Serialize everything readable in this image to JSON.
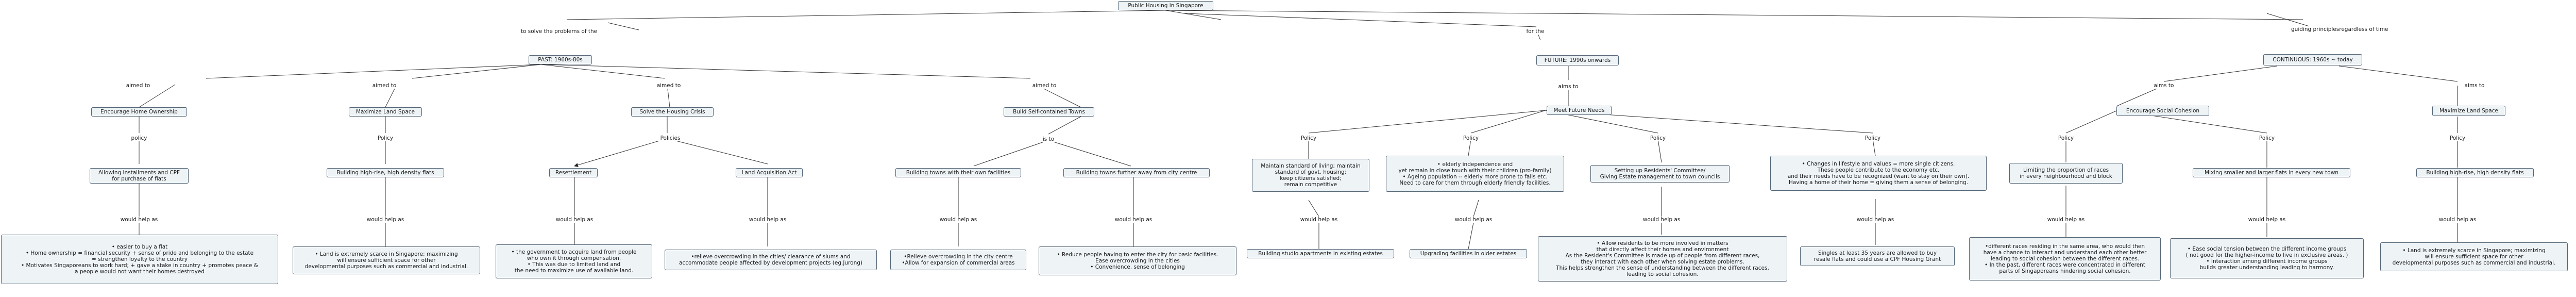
{
  "nodes": {
    "root": "Public Housing in Singapore",
    "past": "PAST: 1960s-80s",
    "future": "FUTURE: 1990s onwards",
    "continuous": "CONTINUOUS: 1960s ~ today",
    "ehome": "Encourage Home Ownership",
    "maxland1": "Maximize Land Space",
    "solvecrisis": "Solve the Housing Crisis",
    "selftowns": "Build Self-contained Towns",
    "meetneeds": "Meet Future Needs",
    "socialcohesion": "Encourage Social Cohesion",
    "maxland2": "Maximize Land Space",
    "cpf": [
      "Allowing installments and CPF",
      "for purchase of flats"
    ],
    "highrise1": "Building high-rise, high density flats",
    "resettlement": "Resettlement",
    "landacq": "Land Acquisition Act",
    "ownfacilities": "Building towns with their own facilities",
    "furthertowns": "Building towns further away from city centre",
    "maintain": [
      "Maintain standard of living; maintain",
      "standard of govt. housing;",
      "keep citizens satisfied;",
      "remain competitive"
    ],
    "elderly": [
      "•       elderly independence and",
      "yet remain in close touch with their children (pro-family)",
      "•    Ageing population -- elderly more prone to falls etc.",
      "Need to care for them through elderly friendly facilities."
    ],
    "committees": [
      "Setting up Residents' Committee/",
      "Giving Estate management to town councils"
    ],
    "lifestyle": [
      "•       Changes in lifestyle and values = more single citizens.",
      "These people contribute to the economy etc.",
      "and their needs have to be recognized (want to stay on their own).",
      "Having a home of their home = giving them a sense of belonging."
    ],
    "proportion": [
      "Limiting the proportion of races",
      "in every neighbourhood and block"
    ],
    "mixing": "Mixing smaller and larger flats in every new town",
    "highrise2": "Building high-rise, high density flats",
    "easier": [
      "•       easier to buy a flat",
      "•    Home ownership = financial security + sense of pride and belonging to the estate",
      "= strengthen loyalty to the country",
      "•    Motivates Singaporeans to work hard; + gave a stake in country + promotes peace &",
      "a people would not want their homes destroyed"
    ],
    "scarce1": [
      "•       Land is extremely scarce in Singapore; maximizing",
      "will ensure sufficient space  for other",
      "developmental purposes such as commercial and industrial."
    ],
    "acquire": [
      "•       the government to acquire land from people",
      "who own it through compensation.",
      "•       This was due to limited land and",
      "the need to maximize use of available land."
    ],
    "relieve": [
      "•relieve overcrowding in the cities/ clearance of slums and",
      "accommodate people affected by development projects (eg.Jurong)"
    ],
    "relieve2": [
      "•Relieve overcrowding in the city centre",
      "•Allow for expansion of commercial areas"
    ],
    "reduce": [
      "•       Reduce people having to enter the city for basic facilities.",
      "Ease overcrowding in the cities",
      "•       Convenience, sense of belonging"
    ],
    "studio": "Building studio apartments in existing estates",
    "upgrading": "Upgrading facilities in older estates",
    "involved": [
      "•       Allow residents to be more involved in matters",
      "that directly affect their homes and environment",
      "As the Resident's Committee is made up of people from different races,",
      "they interact with each other when solving estate problems.",
      "This helps strengthen the sense of understanding between the different races,",
      "leading to social cohesion."
    ],
    "singles": [
      "Singles at least 35 years are allowed to buy",
      "resale flats and could use a CPF Housing Grant"
    ],
    "different": [
      "•different races residing in the same area, who would then",
      "have a chance to interact and understand each other better",
      "leading to social cohesion between the different races.",
      "• In the past, different races were concentrated in different",
      "parts of Singaporeans hindering social cohesion."
    ],
    "ease": [
      "•       Ease social tension between the different income groups",
      "( not good for the higher-income to live in exclusive areas. )",
      "•       Interaction among different income groups",
      "builds greater understanding leading to harmony."
    ],
    "scarce2": [
      "•       Land is extremely scarce in Singapore; maximizing",
      "will ensure sufficient space  for other",
      "developmental purposes such as commercial and industrial."
    ]
  },
  "labels": {
    "to_solve": "to solve the problems of the",
    "for_the": "for the",
    "guiding": [
      "guiding principles",
      "regardless of time"
    ],
    "aimed_to": "aimed to",
    "aims_to": "aims to",
    "policy": "policy",
    "Policy": "Policy",
    "Policies": "Policies",
    "is_to": "is to",
    "would_help_as": "would help as"
  }
}
